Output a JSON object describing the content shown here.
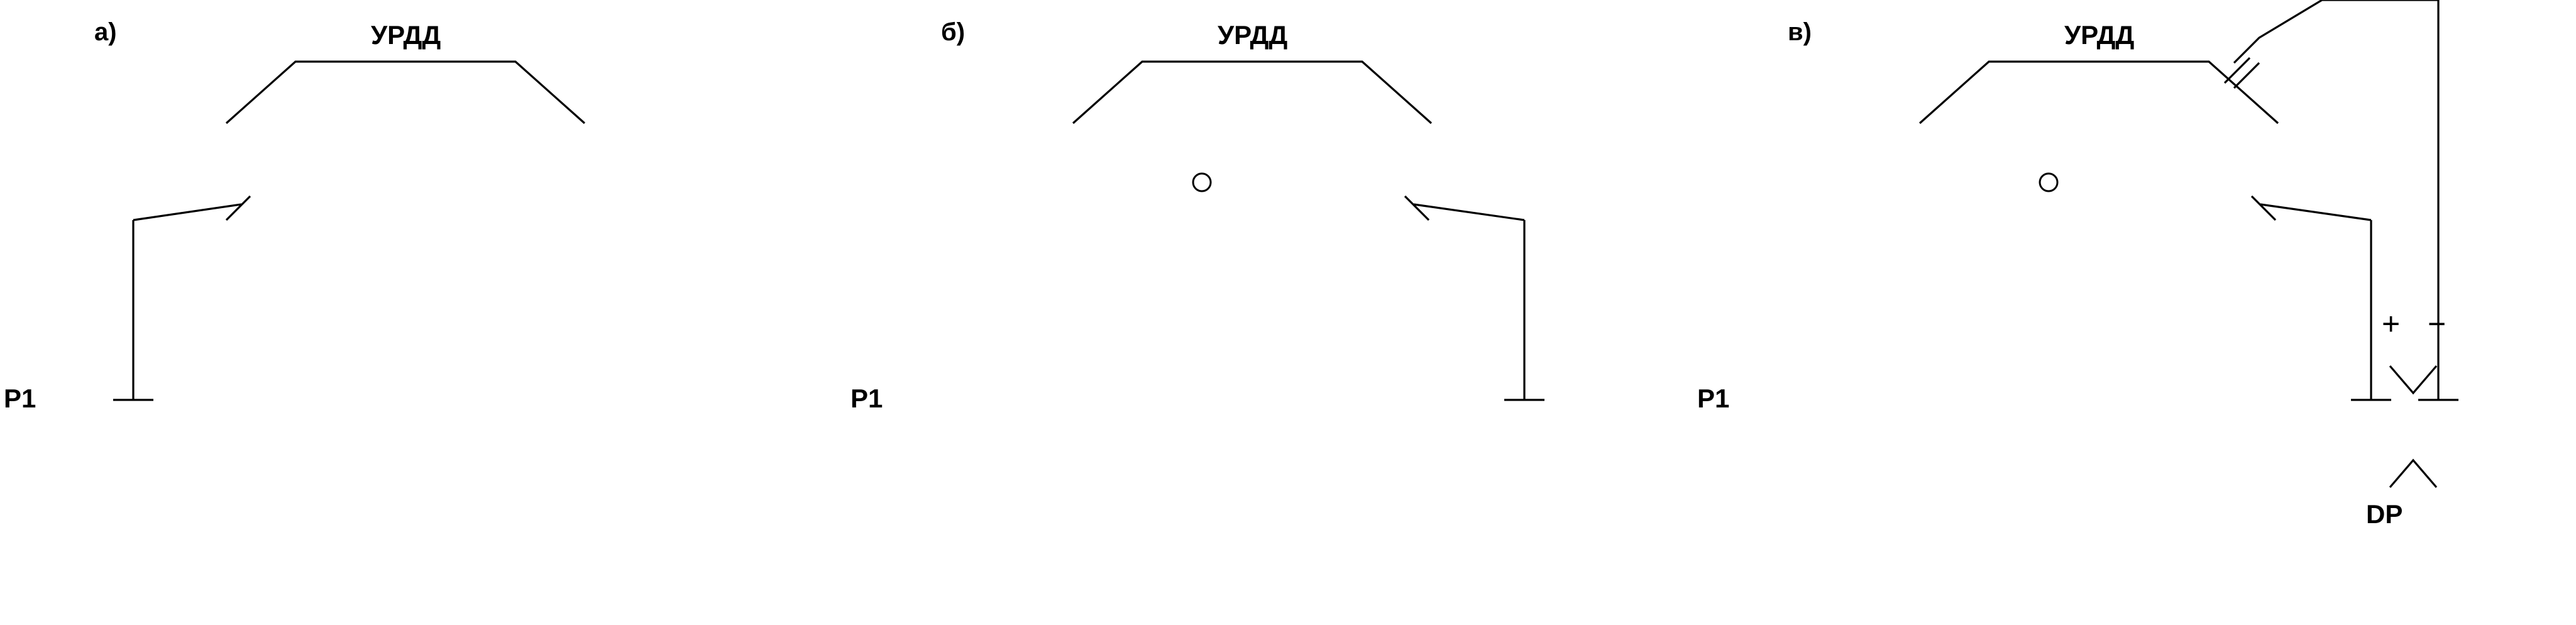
{
  "panels": [
    {
      "id": "a",
      "letter": "а)",
      "device_label": "УРДД",
      "inlet_label": "P1",
      "springs": false,
      "impulse_line": "left"
    },
    {
      "id": "b",
      "letter": "б)",
      "device_label": "УРДД",
      "inlet_label": "P1",
      "springs": true,
      "impulse_line": "right"
    },
    {
      "id": "v",
      "letter": "в)",
      "device_label": "УРДД",
      "inlet_label": "P1",
      "springs": true,
      "impulse_line": "differential",
      "plus_sign": "+",
      "minus_sign": "−",
      "dp_label": "DP"
    }
  ],
  "line_color": "#000000",
  "background": "#ffffff"
}
